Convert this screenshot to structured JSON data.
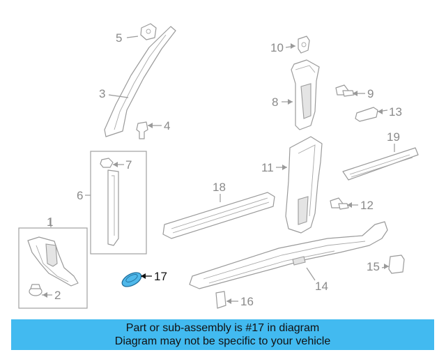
{
  "callouts": {
    "c1": "1",
    "c2": "2",
    "c3": "3",
    "c4": "4",
    "c5": "5",
    "c6": "6",
    "c7": "7",
    "c8": "8",
    "c9": "9",
    "c10": "10",
    "c11": "11",
    "c12": "12",
    "c13": "13",
    "c14": "14",
    "c15": "15",
    "c16": "16",
    "c17": "17",
    "c18": "18",
    "c19": "19"
  },
  "highlight": {
    "part_number": "17",
    "color": "#4fb8ea"
  },
  "banner": {
    "line1": "Part or sub-assembly is #17 in diagram",
    "line2": "Diagram may not be specific to your vehicle",
    "background": "#42baf0"
  }
}
